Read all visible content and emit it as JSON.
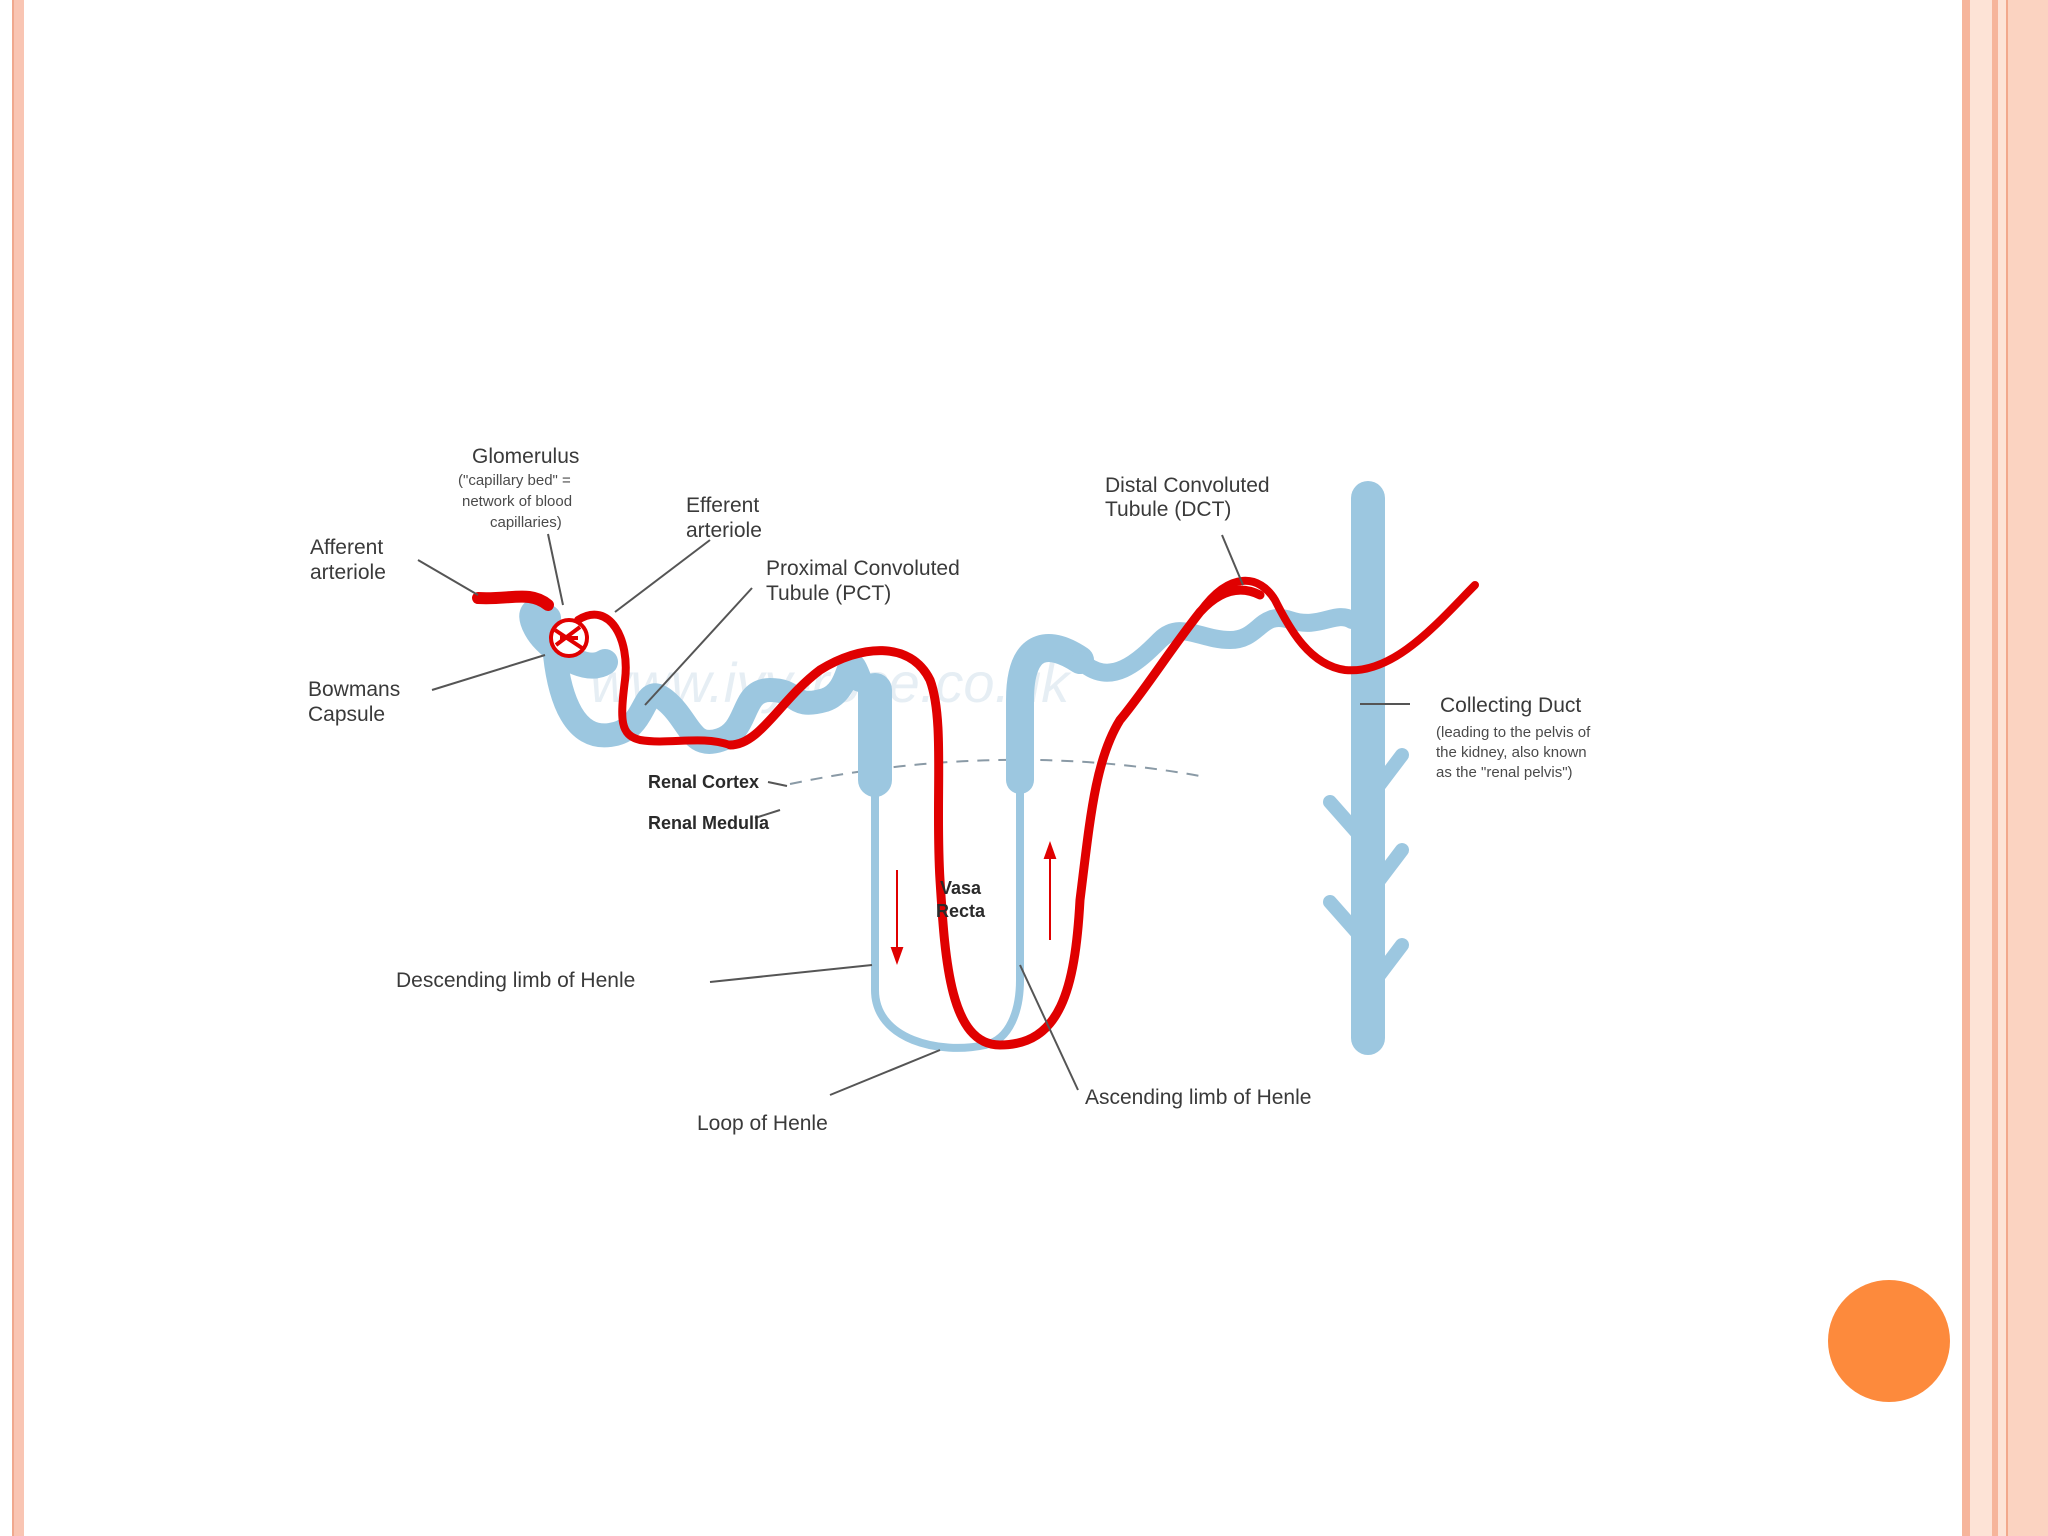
{
  "colors": {
    "frame": "#f6b59b",
    "accent_dot": "#fd8a3c",
    "tubule": "#9cc7e0",
    "vessel": "#e00000",
    "text": "#3a3a3a"
  },
  "watermark": "www.ivy-rose.co.uk",
  "labels": {
    "glomerulus": "Glomerulus",
    "glomerulus_note": [
      "(\"capillary bed\" =",
      "network of blood",
      "capillaries)"
    ],
    "efferent": [
      "Efferent",
      "arteriole"
    ],
    "afferent": [
      "Afferent",
      "arteriole"
    ],
    "pct": [
      "Proximal Convoluted",
      "Tubule (PCT)"
    ],
    "bowmans": [
      "Bowmans",
      "Capsule"
    ],
    "dct": [
      "Distal Convoluted",
      "Tubule (DCT)"
    ],
    "collecting": "Collecting Duct",
    "collecting_note": [
      "(leading to the pelvis of",
      "the kidney, also known",
      "as the \"renal pelvis\")"
    ],
    "renal_cortex": "Renal Cortex",
    "renal_medulla": "Renal Medulla",
    "vasa": [
      "Vasa",
      "Recta"
    ],
    "descending": "Descending limb of Henle",
    "ascending": "Ascending limb of Henle",
    "loop": "Loop of Henle"
  }
}
